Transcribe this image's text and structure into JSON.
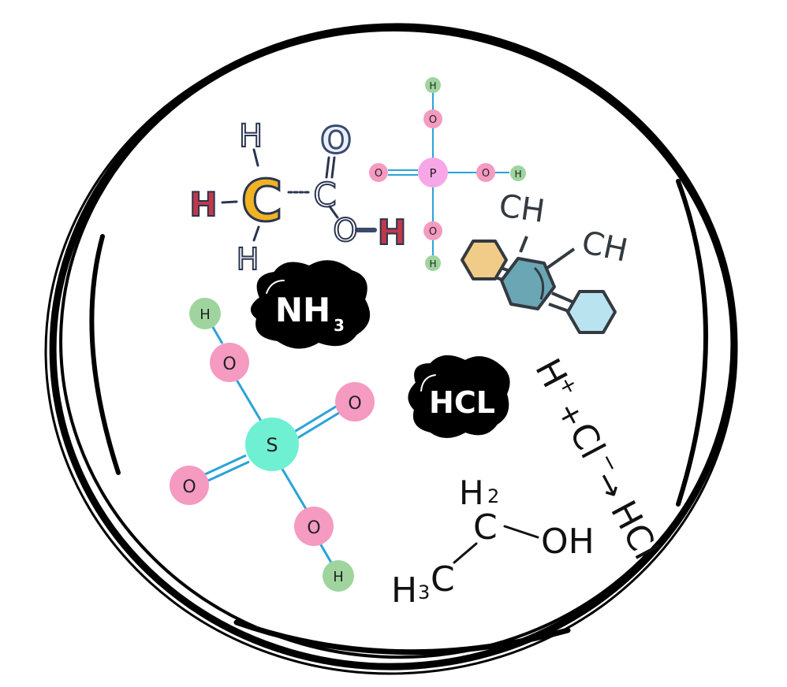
{
  "colors": {
    "h_atom": "#9fd49f",
    "o_atom": "#f59ac1",
    "p_atom": "#f7a6e8",
    "s_atom": "#6ff0d2",
    "bond_blue": "#2aa3d8",
    "ink": "#111111",
    "carbon_fill": "#f0b321",
    "h_red": "#c0394a",
    "o_outline": "#3a4a6b",
    "hex_orange": "#f1cc88",
    "hex_teal": "#6aa6b4",
    "hex_light": "#b9e3ef",
    "hex_stroke": "#333a40"
  },
  "acetic_acid": {
    "h_top": "H",
    "h_left": "H",
    "c_main": "C",
    "h_bottom": "H",
    "c_second": "C",
    "o_double": "O",
    "o_single": "O",
    "h_acid": "H"
  },
  "phosphoric_acid": {
    "p": "P",
    "o_top": "O",
    "h_top": "H",
    "o_left": "O",
    "o_right": "O",
    "h_right": "H",
    "o_bottom": "O",
    "h_bottom": "H"
  },
  "aromatic": {
    "ch_1": "CH",
    "ch_2": "CH"
  },
  "bubbles": {
    "nh3_main": "NH",
    "nh3_sub": "3",
    "hcl": "HCL"
  },
  "sulfuric_acid": {
    "s": "S",
    "o_top_left": "O",
    "h_top_left": "H",
    "o_right": "O",
    "o_left": "O",
    "o_bottom": "O",
    "h_bottom": "H"
  },
  "reaction": {
    "h_plus": "H",
    "plus_sup": "+",
    "plus_sign": "+",
    "cl": "Cl",
    "minus_sup": "−",
    "arrow": "→",
    "product": "HCl"
  },
  "ethanol": {
    "h2": "H",
    "h2_sub": "2",
    "c": "C",
    "oh": "OH",
    "h3": "H",
    "h3_sub": "3",
    "h3c_c": "C"
  }
}
